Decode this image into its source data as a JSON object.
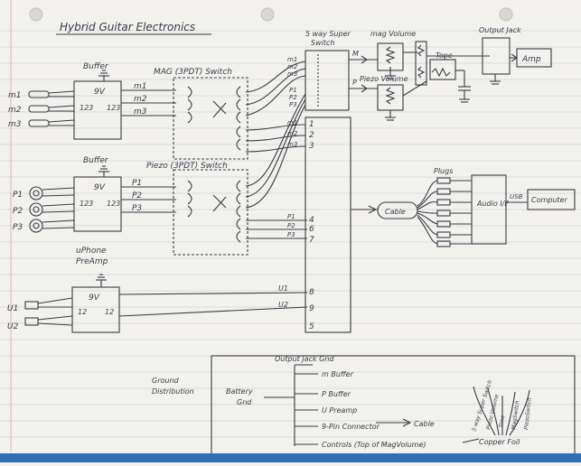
{
  "title": "Hybrid Guitar Electronics",
  "mag_buffer": {
    "label": "Buffer",
    "inputs": [
      "m1",
      "m2",
      "m3"
    ],
    "outputs": [
      "m1",
      "m2",
      "m3"
    ],
    "battery": "9V",
    "ch_left": "123",
    "ch_right": "123"
  },
  "piezo_buffer": {
    "label": "Buffer",
    "inputs": [
      "P1",
      "P2",
      "P3"
    ],
    "outputs": [
      "P1",
      "P2",
      "P3"
    ],
    "battery": "9V",
    "ch_left": "123",
    "ch_right": "123"
  },
  "preamp": {
    "label_top": "uPhone",
    "label_bottom": "PreAmp",
    "inputs": [
      "U1",
      "U2"
    ],
    "battery": "9V",
    "ch_left": "12",
    "ch_right": "12"
  },
  "mag_switch_label": "MAG (3PDT) Switch",
  "piezo_switch_label": "Piezo (3PDT) Switch",
  "way_switch": {
    "label_top": "5 way Super",
    "label_bottom": "Switch",
    "rows_top": [
      "m1",
      "m2",
      "m3"
    ],
    "rows_bottom": [
      "P1",
      "P2",
      "P3"
    ],
    "outputs": [
      "M",
      "P"
    ]
  },
  "mag_volume_label": "mag Volume",
  "piezo_volume_label": "Piezo Volume",
  "tone_label": "Tone",
  "output_jack_label": "Output Jack",
  "amp_label": "Amp",
  "connector": {
    "rows": [
      {
        "name": "m1",
        "pin": "1"
      },
      {
        "name": "m2",
        "pin": "2"
      },
      {
        "name": "m3",
        "pin": "3"
      },
      {
        "name": "P1",
        "pin": "4"
      },
      {
        "name": "P2",
        "pin": "6"
      },
      {
        "name": "P3",
        "pin": "7"
      },
      {
        "name": "U1",
        "pin": "8"
      },
      {
        "name": "U2",
        "pin": "9"
      },
      {
        "name": "",
        "pin": "5"
      }
    ]
  },
  "cable_label": "Cable",
  "plugs_label": "Plugs",
  "audio_if_label": "Audio I/F",
  "usb_label": "USB",
  "computer_label": "Computer",
  "ground": {
    "title_top": "Ground",
    "title_bottom": "Distribution",
    "source_top": "Battery",
    "source_bottom": "Gnd",
    "header": "Output Jack Gnd",
    "items": [
      "m Buffer",
      "P Buffer",
      "U Preamp",
      "9-Pin Connector",
      "Controls (Top of MagVolume)"
    ],
    "cable_note": "Cable",
    "foil_label": "Copper Foil",
    "foil_items": [
      "5 way Super Switch",
      "Piezo Volume",
      "Tone",
      "MagSwitch",
      "PiezoSwitch"
    ]
  }
}
